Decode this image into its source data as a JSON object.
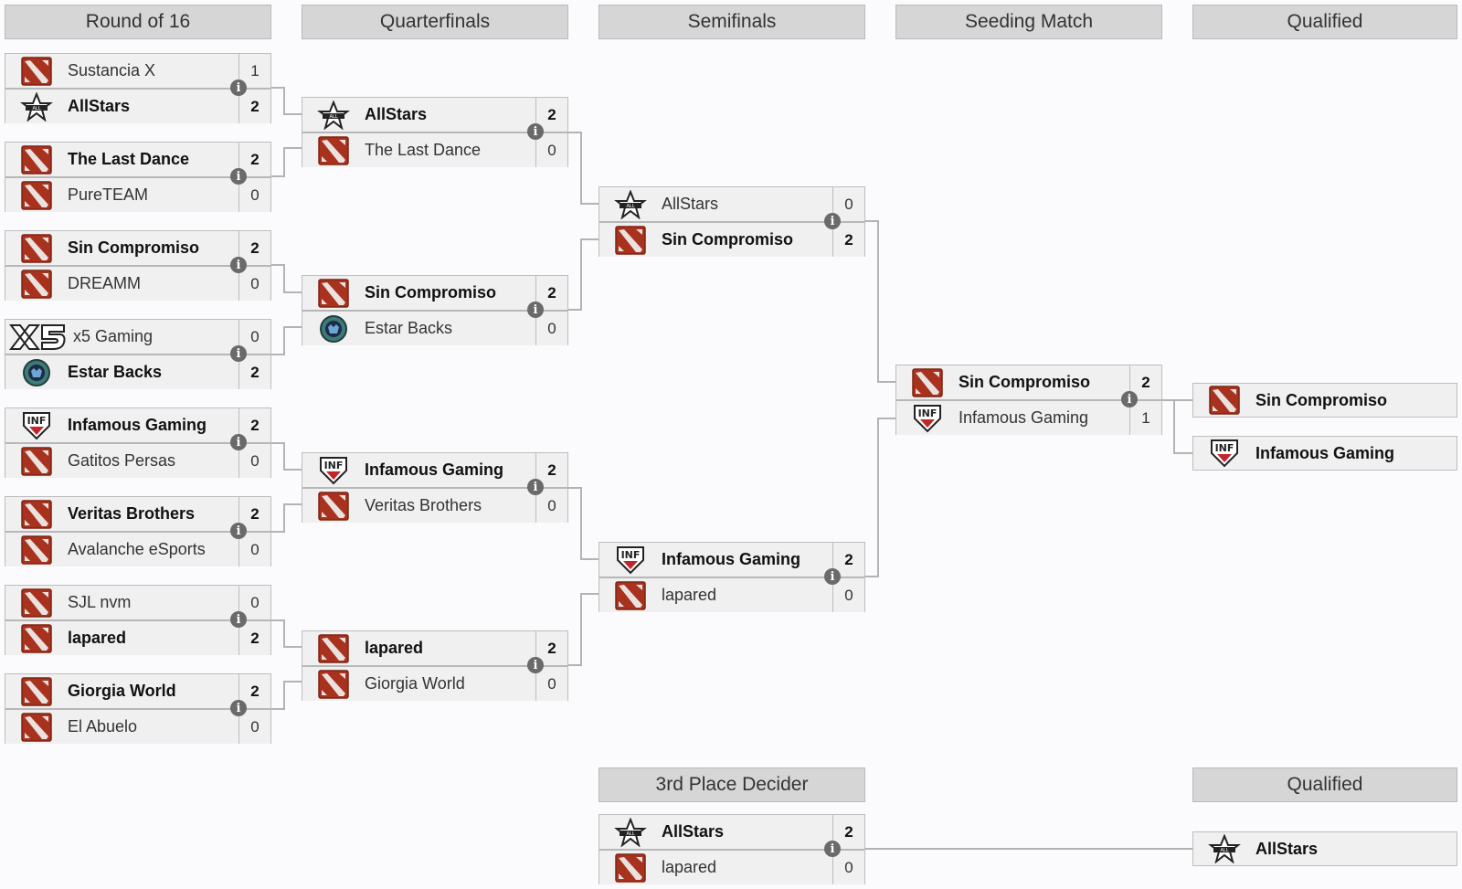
{
  "headers": {
    "round16": "Round of 16",
    "quarterfinals": "Quarterfinals",
    "semifinals": "Semifinals",
    "seeding": "Seeding Match",
    "qualified": "Qualified",
    "third_place": "3rd Place Decider",
    "qualified2": "Qualified"
  },
  "r16": [
    {
      "t1": {
        "name": "Sustancia X",
        "score": "1",
        "logo": "dota-logo"
      },
      "t2": {
        "name": "AllStars",
        "score": "2",
        "logo": "star-logo"
      }
    },
    {
      "t1": {
        "name": "The Last Dance",
        "score": "2",
        "logo": "dota-logo"
      },
      "t2": {
        "name": "PureTEAM",
        "score": "0",
        "logo": "dota-logo"
      }
    },
    {
      "t1": {
        "name": "Sin Compromiso",
        "score": "2",
        "logo": "dota-logo"
      },
      "t2": {
        "name": "DREAMM",
        "score": "0",
        "logo": "dota-logo"
      }
    },
    {
      "t1": {
        "name": "x5 Gaming",
        "score": "0",
        "logo": "x5-logo"
      },
      "t2": {
        "name": "Estar Backs",
        "score": "2",
        "logo": "estar-logo"
      }
    },
    {
      "t1": {
        "name": "Infamous Gaming",
        "score": "2",
        "logo": "inf-logo"
      },
      "t2": {
        "name": "Gatitos Persas",
        "score": "0",
        "logo": "dota-logo"
      }
    },
    {
      "t1": {
        "name": "Veritas Brothers",
        "score": "2",
        "logo": "dota-logo"
      },
      "t2": {
        "name": "Avalanche eSports",
        "score": "0",
        "logo": "dota-logo"
      }
    },
    {
      "t1": {
        "name": "SJL nvm",
        "score": "0",
        "logo": "dota-logo"
      },
      "t2": {
        "name": "lapared",
        "score": "2",
        "logo": "dota-logo"
      }
    },
    {
      "t1": {
        "name": "Giorgia World",
        "score": "2",
        "logo": "dota-logo"
      },
      "t2": {
        "name": "El Abuelo",
        "score": "0",
        "logo": "dota-logo"
      }
    }
  ],
  "qf": [
    {
      "t1": {
        "name": "AllStars",
        "score": "2",
        "logo": "star-logo"
      },
      "t2": {
        "name": "The Last Dance",
        "score": "0",
        "logo": "dota-logo"
      }
    },
    {
      "t1": {
        "name": "Sin Compromiso",
        "score": "2",
        "logo": "dota-logo"
      },
      "t2": {
        "name": "Estar Backs",
        "score": "0",
        "logo": "estar-logo"
      }
    },
    {
      "t1": {
        "name": "Infamous Gaming",
        "score": "2",
        "logo": "inf-logo"
      },
      "t2": {
        "name": "Veritas Brothers",
        "score": "0",
        "logo": "dota-logo"
      }
    },
    {
      "t1": {
        "name": "lapared",
        "score": "2",
        "logo": "dota-logo"
      },
      "t2": {
        "name": "Giorgia World",
        "score": "0",
        "logo": "dota-logo"
      }
    }
  ],
  "sf": [
    {
      "t1": {
        "name": "AllStars",
        "score": "0",
        "logo": "star-logo"
      },
      "t2": {
        "name": "Sin Compromiso",
        "score": "2",
        "logo": "dota-logo"
      }
    },
    {
      "t1": {
        "name": "Infamous Gaming",
        "score": "2",
        "logo": "inf-logo"
      },
      "t2": {
        "name": "lapared",
        "score": "0",
        "logo": "dota-logo"
      }
    }
  ],
  "seeding": {
    "t1": {
      "name": "Sin Compromiso",
      "score": "2",
      "logo": "dota-logo"
    },
    "t2": {
      "name": "Infamous Gaming",
      "score": "1",
      "logo": "inf-logo"
    }
  },
  "third": {
    "t1": {
      "name": "AllStars",
      "score": "2",
      "logo": "star-logo"
    },
    "t2": {
      "name": "lapared",
      "score": "0",
      "logo": "dota-logo"
    }
  },
  "qualified": [
    {
      "name": "Sin Compromiso",
      "logo": "dota-logo"
    },
    {
      "name": "Infamous Gaming",
      "logo": "inf-logo"
    }
  ],
  "qualified_third": {
    "name": "AllStars",
    "logo": "star-logo"
  },
  "info_glyph": "i",
  "colors": {
    "header_bg": "#d6d6d6",
    "slot_bg": "#f0f0f0",
    "line": "#b0b0b0",
    "dota_red": "#a8321e"
  }
}
